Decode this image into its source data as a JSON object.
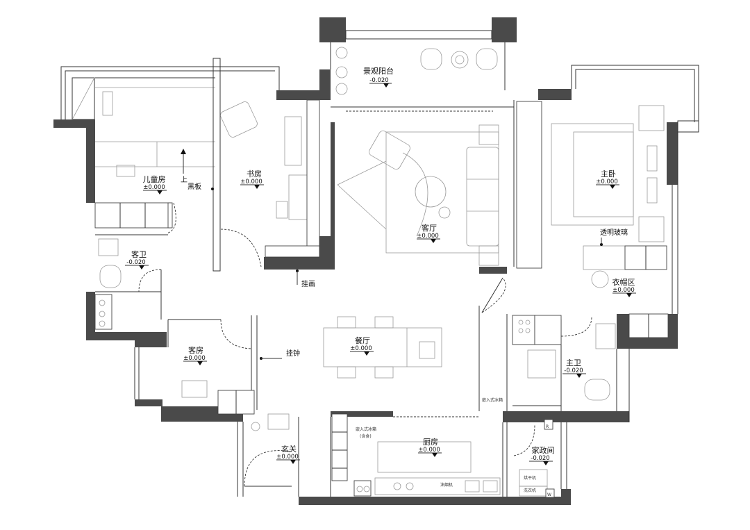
{
  "rooms": [
    {
      "id": "landscape-balcony",
      "name": "景观阳台",
      "elev": "-0.020"
    },
    {
      "id": "kids-room",
      "name": "儿童房",
      "elev": "±0.000"
    },
    {
      "id": "study",
      "name": "书房",
      "elev": "±0.000"
    },
    {
      "id": "living-room",
      "name": "客厅",
      "elev": "±0.000"
    },
    {
      "id": "master-bedroom",
      "name": "主卧",
      "elev": "±0.000"
    },
    {
      "id": "guest-bath",
      "name": "客卫",
      "elev": "-0.020"
    },
    {
      "id": "wardrobe",
      "name": "衣帽区",
      "elev": "±0.000"
    },
    {
      "id": "guest-room",
      "name": "客房",
      "elev": "±0.000"
    },
    {
      "id": "dining-room",
      "name": "餐厅",
      "elev": "±0.000"
    },
    {
      "id": "master-bath",
      "name": "主卫",
      "elev": "-0.020"
    },
    {
      "id": "entrance",
      "name": "玄关",
      "elev": "±0.000"
    },
    {
      "id": "kitchen",
      "name": "厨房",
      "elev": "±0.000"
    },
    {
      "id": "utility-room",
      "name": "家政间",
      "elev": "-0.020"
    }
  ],
  "notes": {
    "up": "上",
    "blackboard": "黑板",
    "painting": "挂画",
    "clock": "挂钟",
    "clear_glass": "透明玻璃",
    "built_in_fridge": "嵌入式冰箱",
    "built_in_fridge_2": "嵌入式冰箱",
    "kitchen_cabinet_line1": "嵌入式冰箱",
    "kitchen_cabinet_line2": "(含食)",
    "dryer": "烘干机",
    "washer": "洗衣机",
    "range_hood": "油烟机",
    "r_mark": "R",
    "w_mark": "W"
  }
}
